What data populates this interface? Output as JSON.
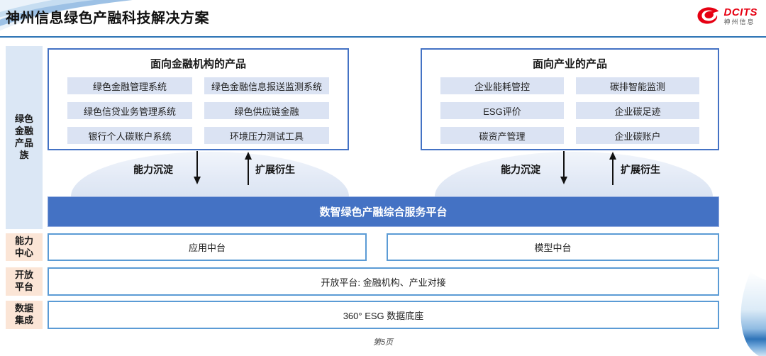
{
  "slide": {
    "title": "神州信息绿色产融科技解决方案",
    "page_number": "第5页"
  },
  "logo": {
    "brand": "DCITS",
    "company": "神州信息"
  },
  "rail": {
    "items": [
      {
        "label": "绿色\n金融\n产品\n族"
      },
      {
        "label": "能力\n中心"
      },
      {
        "label": "开放\n平台"
      },
      {
        "label": "数据\n集成"
      }
    ]
  },
  "finance_box": {
    "title": "面向金融机构的产品",
    "items": [
      "绿色金融管理系统",
      "绿色金融信息报送监测系统",
      "绿色信贷业务管理系统",
      "绿色供应链金融",
      "银行个人碳账户系统",
      "环境压力测试工具"
    ]
  },
  "industry_box": {
    "title": "面向产业的产品",
    "items": [
      "企业能耗管控",
      "碳排智能监测",
      "ESG评价",
      "企业碳足迹",
      "碳资产管理",
      "企业碳账户"
    ]
  },
  "arrows": {
    "down_label": "能力沉淀",
    "up_label": "扩展衍生"
  },
  "platform": {
    "label": "数智绿色产融综合服务平台"
  },
  "middle": {
    "left_label": "应用中台",
    "right_label": "模型中台"
  },
  "open_row": {
    "label": "开放平台: 金融机构、产业对接"
  },
  "data_row": {
    "label": "360° ESG 数据底座"
  },
  "colors": {
    "accent_blue": "#4472c4",
    "pill_blue": "#dbe3f3",
    "rail_blue": "#dbe7f5",
    "rail_peach": "#fbe5d6",
    "light_border_blue": "#5b9bd5",
    "title_rule_blue": "#2d74b5",
    "brand_red": "#e60012"
  }
}
